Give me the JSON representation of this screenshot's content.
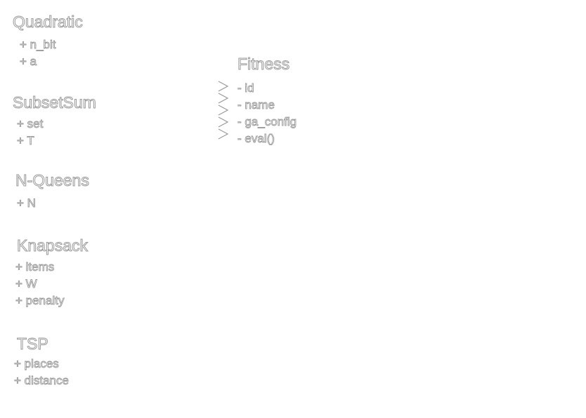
{
  "classes": [
    {
      "name": "Quadratic",
      "attributes": [
        "+ n_bit",
        "+ a"
      ]
    },
    {
      "name": "SubsetSum",
      "attributes": [
        "+ set",
        "+ T"
      ]
    },
    {
      "name": "N-Queens",
      "attributes": [
        "+ N"
      ]
    },
    {
      "name": "Knapsack",
      "attributes": [
        "+ items",
        "+ W",
        "+ penalty"
      ]
    },
    {
      "name": "TSP",
      "attributes": [
        "+ places",
        "+ distance"
      ]
    }
  ],
  "parent": {
    "name": "Fitness",
    "attributes": [
      "- id",
      "- name",
      "- ga_config",
      "- eval()"
    ]
  },
  "colors": {
    "text_fill": "#ffffff",
    "outline": "#9a9a9a"
  }
}
